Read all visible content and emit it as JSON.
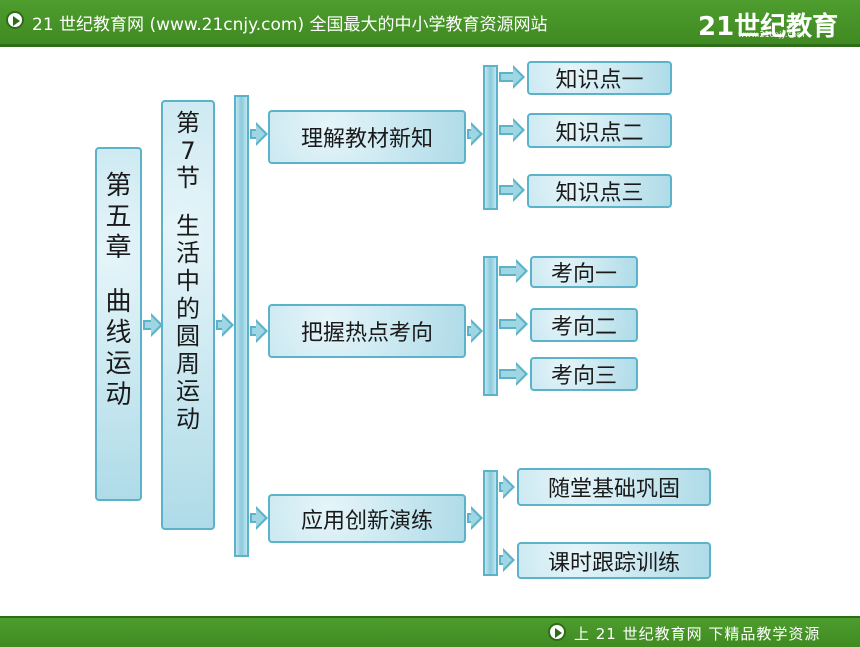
{
  "header": {
    "title": "21 世纪教育网 (www.21cnjy.com)  全国最大的中小学教育资源网站",
    "logo_mark": "21世纪教育",
    "logo_url": "www.21cnjy.com"
  },
  "footer": {
    "slogan": "上 21 世纪教育网   下精品教学资源"
  },
  "chapter": {
    "lines": [
      "第",
      "五",
      "章",
      "",
      "曲",
      "线",
      "运",
      "动"
    ]
  },
  "section": {
    "lines": [
      "第",
      "7",
      "节",
      "",
      "生",
      "活",
      "中",
      "的",
      "圆",
      "周",
      "运",
      "动"
    ]
  },
  "branches": [
    {
      "label": "理解教材新知",
      "items": [
        "知识点一",
        "知识点二",
        "知识点三"
      ]
    },
    {
      "label": "把握热点考向",
      "items": [
        "考向一",
        "考向二",
        "考向三"
      ]
    },
    {
      "label": "应用创新演练",
      "items": [
        "随堂基础巩固",
        "课时跟踪训练"
      ]
    }
  ],
  "colors": {
    "header_green": "#4e9d2e",
    "box_border": "#5cb3c9",
    "box_fill": "#aedbe8"
  }
}
